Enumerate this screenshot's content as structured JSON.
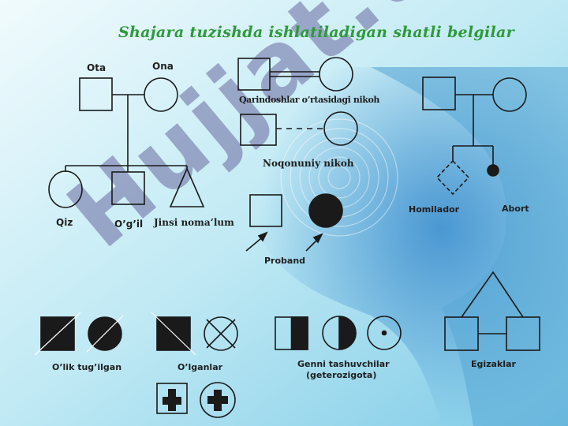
{
  "title": "Shajara tuzishda ishlatiladigan shatli belgilar",
  "watermark": "Hujjat.uz",
  "labels": {
    "ota": "Ota",
    "ona": "Ona",
    "qiz": "Qiz",
    "ogil": "O’g’il",
    "jinsi": "Jinsi noma’lum",
    "qarindosh": "Qarindoshlar o’rtasidagi nikoh",
    "noqonuniy": "Noqonuniy nikoh",
    "homilador": "Homilador",
    "abort": "Abort",
    "proband": "Proband",
    "oliktugilgan": "O’lik tug’ilgan",
    "olganlar": "O’lganlar",
    "genni1": "Genni tashuvchilar",
    "genni2": "(geterozigota)",
    "egizaklar": "Egizaklar"
  },
  "colors": {
    "title": "#2e9a3a",
    "symbol_stroke": "#1a1a1a",
    "bg_light": "#e6f7fb",
    "bg_blue": "#4a9fd0"
  }
}
